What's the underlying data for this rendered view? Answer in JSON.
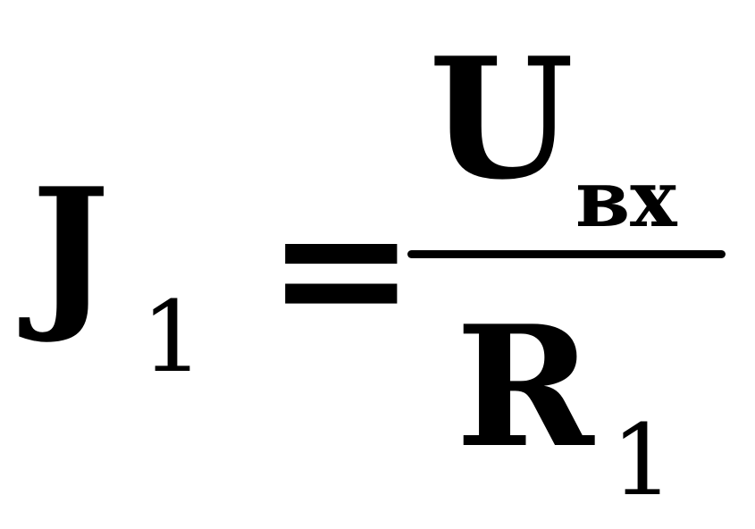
{
  "formula": {
    "lhs_symbol": "J",
    "lhs_subscript": "1",
    "equals": "=",
    "numerator_symbol": "U",
    "numerator_subscript": "вх",
    "denominator_symbol": "R",
    "denominator_subscript": "1"
  }
}
